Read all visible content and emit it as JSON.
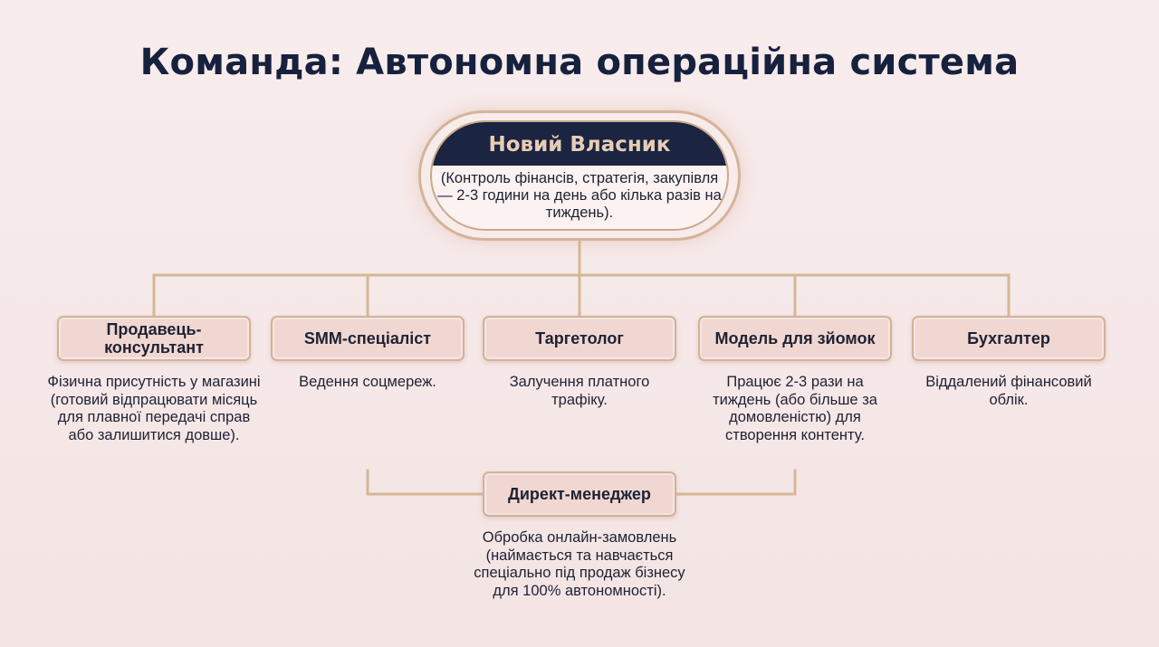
{
  "title": "Команда: Автономна операційна система",
  "owner": {
    "title": "Новий Власник",
    "description": "(Контроль фінансів, стратегія, закупівля — 2-3 години на день або кілька разів на тиждень)."
  },
  "roles": [
    {
      "title": "Продавець-консультант",
      "description": "Фізична присутність у магазині (готовий відпрацювати місяць для плавної передачі справ або залишитися довше)."
    },
    {
      "title": "SMM-спеціаліст",
      "description": "Ведення соцмереж."
    },
    {
      "title": "Таргетолог",
      "description": "Залучення платного трафіку."
    },
    {
      "title": "Модель для зйомок",
      "description": "Працює 2-3 рази на тиждень (або більше за домовленістю) для створення контенту."
    },
    {
      "title": "Бухгалтер",
      "description": "Віддалений фінансовий облік."
    }
  ],
  "direct_manager": {
    "title": "Директ-менеджер",
    "description": "Обробка онлайн-замовлень (наймається та навчається спеціально під продаж бізнесу для 100% автономності)."
  },
  "colors": {
    "background": "#f8ecec",
    "title": "#16213e",
    "owner_header": "#1b2440",
    "owner_header_text": "#e6cdb4",
    "gold_line": "#d4b896",
    "role_box_fill": "#f1d7d2"
  }
}
